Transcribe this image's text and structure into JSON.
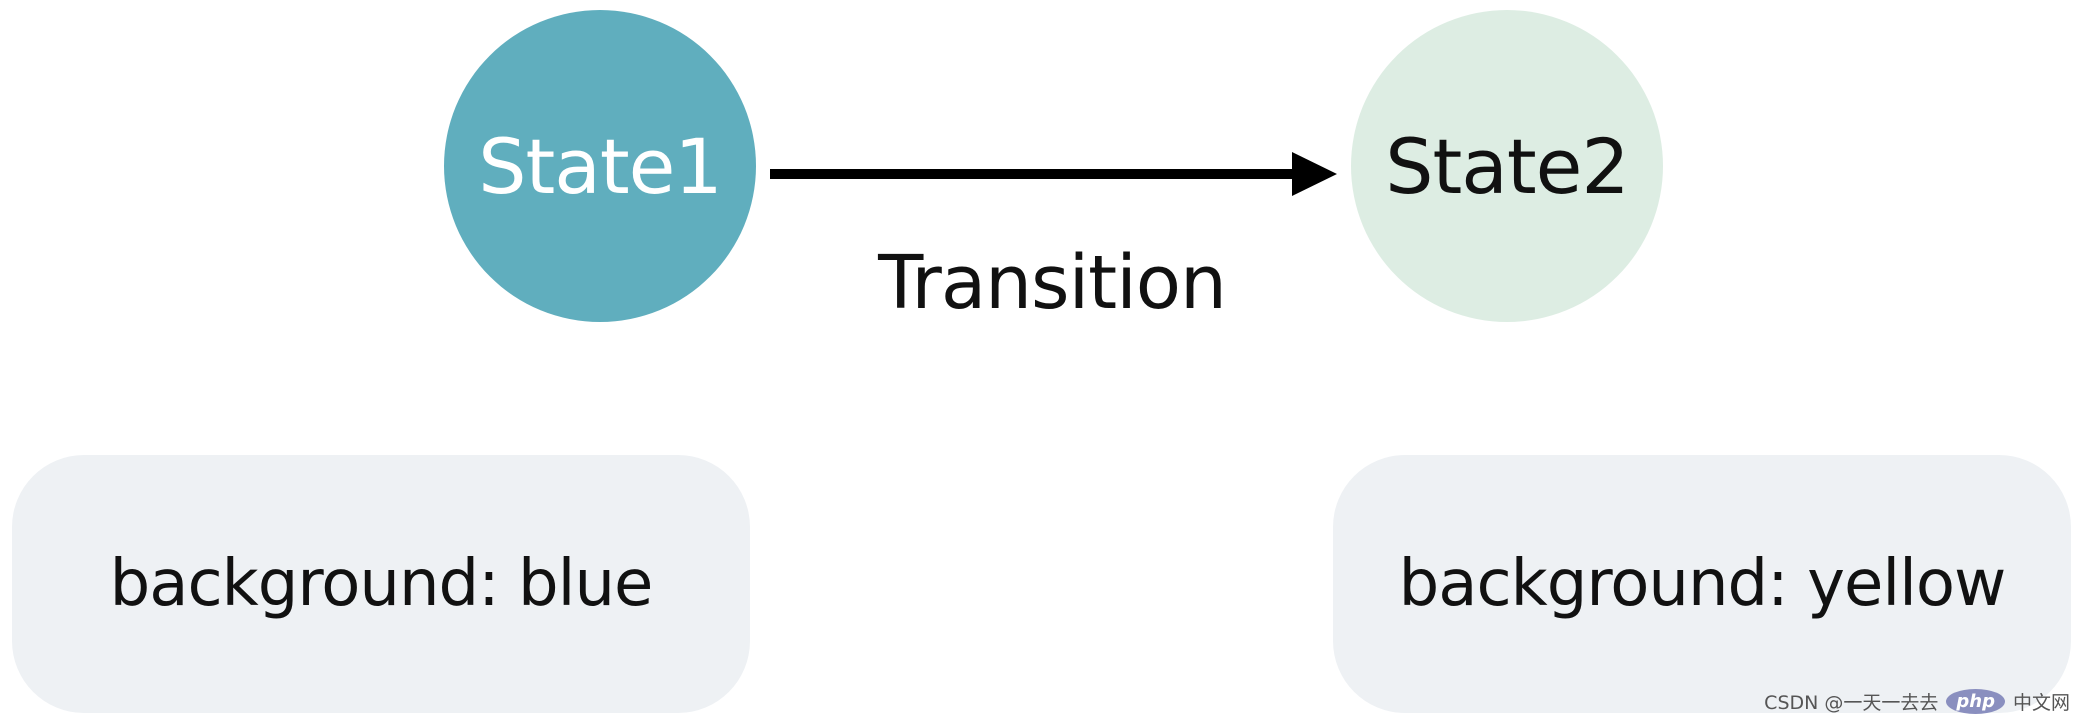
{
  "diagram": {
    "state1": {
      "label": "State1",
      "color": "#60aebe"
    },
    "state2": {
      "label": "State2",
      "color": "#ddede3"
    },
    "transition": {
      "label": "Transition"
    },
    "box1": {
      "text": "background: blue"
    },
    "box2": {
      "text": "background: yellow"
    }
  },
  "watermark": {
    "credit": "CSDN @一天一去去",
    "logo_text": "php",
    "site_text": "中文网"
  }
}
